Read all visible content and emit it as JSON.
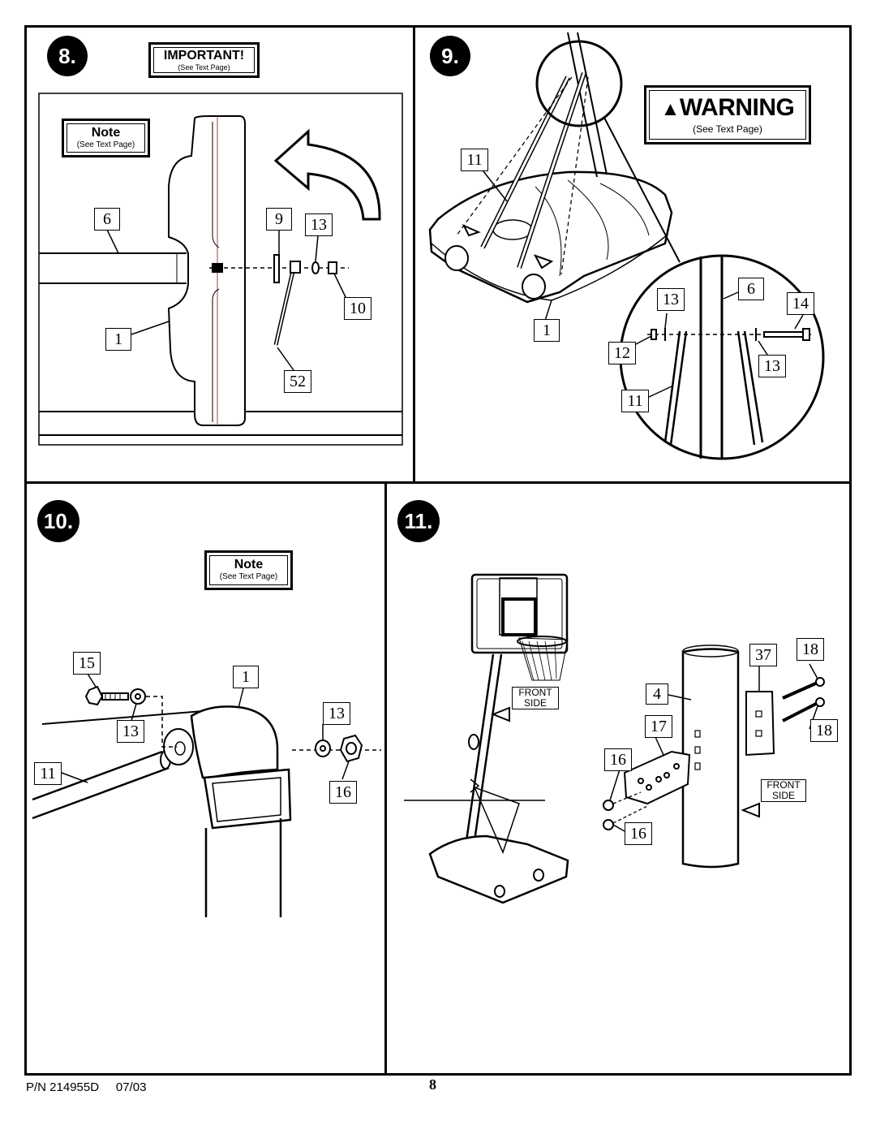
{
  "steps": {
    "s8": {
      "number": "8.",
      "important_title": "IMPORTANT!",
      "important_sub": "(See Text Page)",
      "note_title": "Note",
      "note_sub": "(See Text Page)",
      "callouts": {
        "c6": "6",
        "c1": "1",
        "c9": "9",
        "c13": "13",
        "c10": "10",
        "c52": "52"
      }
    },
    "s9": {
      "number": "9.",
      "warning_title": "WARNING",
      "warning_sub": "(See Text Page)",
      "callouts": {
        "c11": "11",
        "c1": "1",
        "c13a": "13",
        "c6": "6",
        "c14": "14",
        "c12": "12",
        "c13b": "13",
        "c11b": "11"
      }
    },
    "s10": {
      "number": "10.",
      "note_title": "Note",
      "note_sub": "(See Text Page)",
      "callouts": {
        "c15": "15",
        "c1": "1",
        "c13a": "13",
        "c13b": "13",
        "c11": "11",
        "c16": "16"
      }
    },
    "s11": {
      "number": "11.",
      "front_side_1": [
        "FRONT",
        "SIDE"
      ],
      "front_side_2": [
        "FRONT",
        "SIDE"
      ],
      "callouts": {
        "c37": "37",
        "c18a": "18",
        "c4": "4",
        "c17": "17",
        "c18b": "18",
        "c16a": "16",
        "c16b": "16"
      }
    }
  },
  "footer": {
    "part_number": "P/N 214955D     07/03",
    "page_number": "8"
  },
  "colors": {
    "ink": "#000000",
    "paper": "#ffffff",
    "accent_line": "#c0392b"
  }
}
